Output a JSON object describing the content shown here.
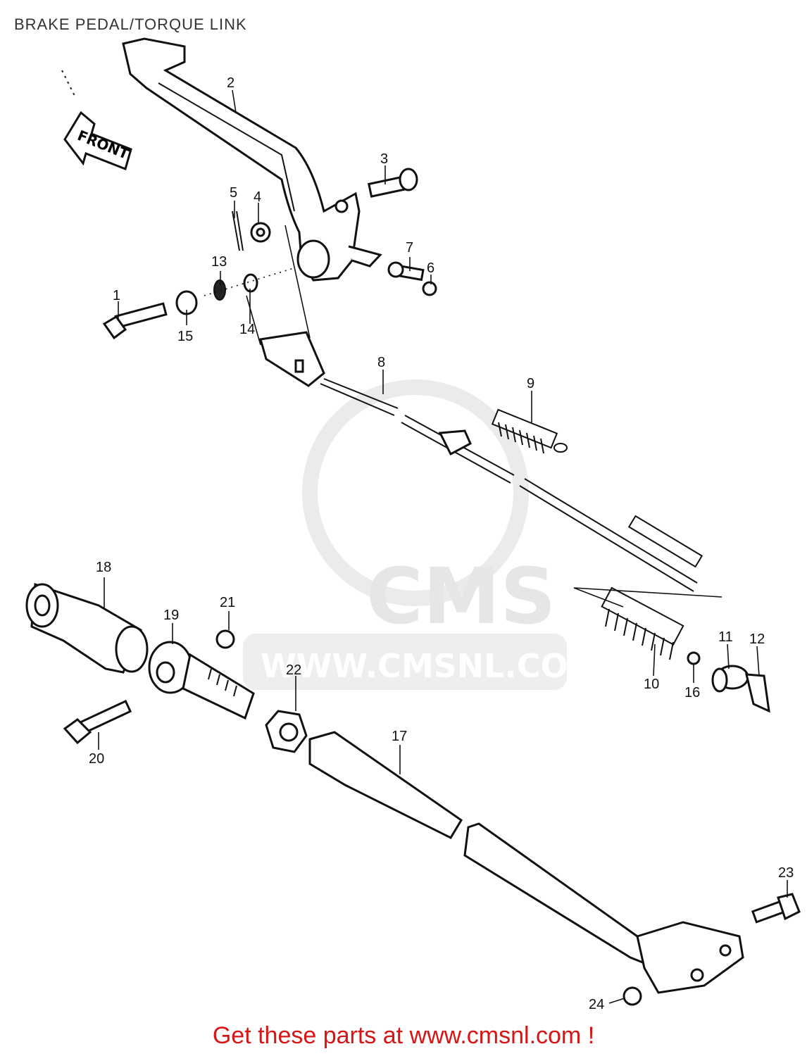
{
  "title": "BRAKE PEDAL/TORQUE LINK",
  "front_arrow": "FRONT",
  "watermark": {
    "logo": "CMS",
    "url": "WWW.CMSNL.COM"
  },
  "footer": "Get these parts at www.cmsnl.com !",
  "part_labels": [
    "1",
    "2",
    "3",
    "4",
    "5",
    "6",
    "7",
    "8",
    "9",
    "10",
    "11",
    "12",
    "13",
    "14",
    "15",
    "16",
    "17",
    "18",
    "19",
    "20",
    "21",
    "22",
    "23",
    "24"
  ]
}
